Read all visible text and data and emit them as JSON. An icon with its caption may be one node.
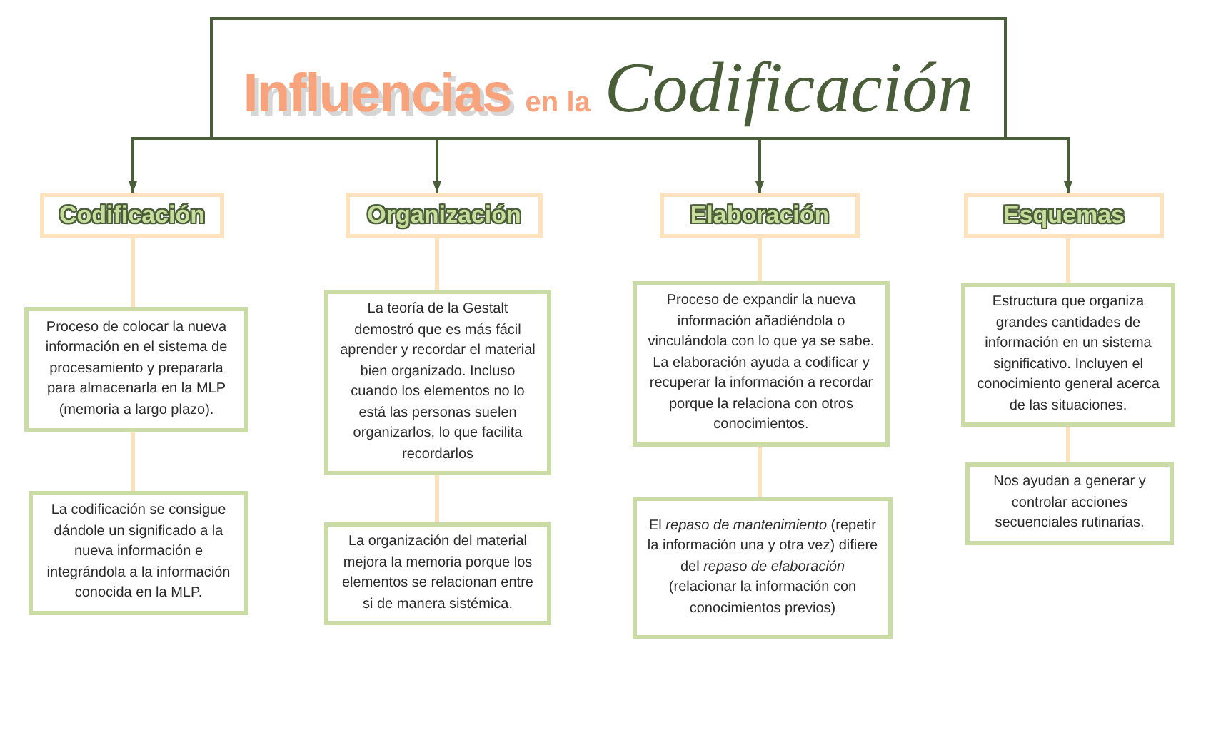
{
  "diagram": {
    "nodes": [
      {
        "text": [
          "Influencias",
          "en la",
          "Codificación"
        ]
      },
      {
        "text": [
          "Codificación"
        ]
      },
      {
        "text": [
          "Proceso de colocar la nueva información en el sistema de procesamiento y prepararla para almacenarla en la MLP (memoria a largo plazo)."
        ]
      },
      {
        "text": [
          "La codificación se consigue dándole un significado a la nueva información e integrándola a la información conocida en la MLP."
        ]
      },
      {
        "text": [
          "Organización"
        ]
      },
      {
        "text": [
          "La teoría de la Gestalt demostró que es más fácil aprender y recordar el material bien organizado. Incluso cuando los elementos no lo está las personas suelen organizarlos, lo que facilita recordarlos"
        ]
      },
      {
        "text": [
          "La organización del material mejora la memoria porque los elementos se relacionan entre si de manera sistémica."
        ]
      },
      {
        "text": [
          "Elaboración"
        ]
      },
      {
        "text": [
          "Proceso de expandir la nueva información añadiéndola o vinculándola con lo que ya se sabe. La elaboración ayuda a codificar y recuperar la información a recordar porque la relaciona con otros conocimientos."
        ]
      },
      {
        "text": [
          "El *repaso de mantenimiento* (repetir la información una y otra vez) difiere del *repaso de elaboración* (relacionar la información con conocimientos previos)"
        ]
      },
      {
        "text": [
          "Esquemas"
        ]
      },
      {
        "text": [
          "Estructura que organiza grandes cantidades de información en un sistema significativo. Incluyen el conocimiento general acerca de las situaciones."
        ]
      },
      {
        "text": [
          "Nos ayudan a generar y controlar acciones secuenciales rutinarias."
        ]
      }
    ],
    "edges": [
      {
        "from": 0,
        "to": 1,
        "arrow": "to",
        "color": "#4a5e3a"
      },
      {
        "from": 0,
        "to": 4,
        "arrow": "to",
        "color": "#4a5e3a"
      },
      {
        "from": 0,
        "to": 7,
        "arrow": "to",
        "color": "#4a5e3a"
      },
      {
        "from": 0,
        "to": 10,
        "arrow": "to",
        "color": "#4a5e3a"
      },
      {
        "from": 1,
        "to": 2,
        "arrow": "none"
      },
      {
        "from": 2,
        "to": 3,
        "arrow": "none"
      },
      {
        "from": 4,
        "to": 5,
        "arrow": "none"
      },
      {
        "from": 5,
        "to": 6,
        "arrow": "none"
      },
      {
        "from": 7,
        "to": 8,
        "arrow": "none"
      },
      {
        "from": 8,
        "to": 9,
        "arrow": "none"
      },
      {
        "from": 10,
        "to": 11,
        "arrow": "none"
      },
      {
        "from": 11,
        "to": 12,
        "arrow": "none"
      }
    ]
  }
}
